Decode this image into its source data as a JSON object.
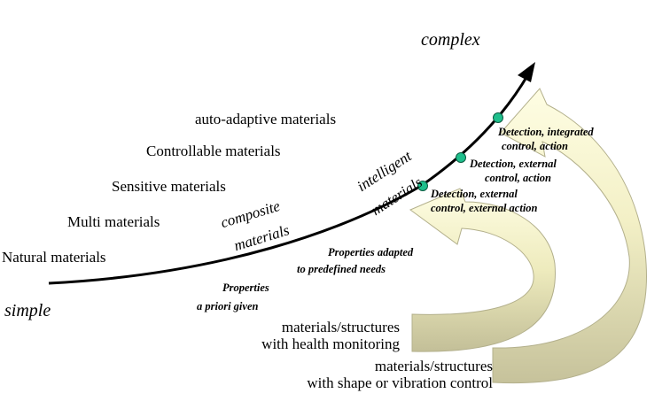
{
  "axis": {
    "start_label": "simple",
    "end_label": "complex"
  },
  "material_levels": [
    "Natural materials",
    "Multi  materials",
    "Sensitive materials",
    "Controllable materials",
    "auto-adaptive materials"
  ],
  "curve_labels": {
    "composite_line1": "composite",
    "composite_line2": "materials",
    "intelligent_line1": "intelligent",
    "intelligent_line2": "materials"
  },
  "properties": {
    "a_priori_line1": "Properties",
    "a_priori_line2": "a  priori given",
    "adapted_line1": "Properties adapted",
    "adapted_line2": "to predefined needs"
  },
  "stages": [
    {
      "line1": "Detection, external",
      "line2": "control, external action"
    },
    {
      "line1": "Detection, external",
      "line2": "control, action"
    },
    {
      "line1": "Detection, integrated",
      "line2": "control, action"
    }
  ],
  "applications": {
    "health_line1": "materials/structures",
    "health_line2": "with health monitoring",
    "shape_line1": "materials/structures",
    "shape_line2": "with shape or vibration control"
  },
  "colors": {
    "arrow_fill_top": "#fefde0",
    "arrow_fill_bottom": "#c9c6a0",
    "marker": "#1fbf8c",
    "curve": "#000000"
  }
}
